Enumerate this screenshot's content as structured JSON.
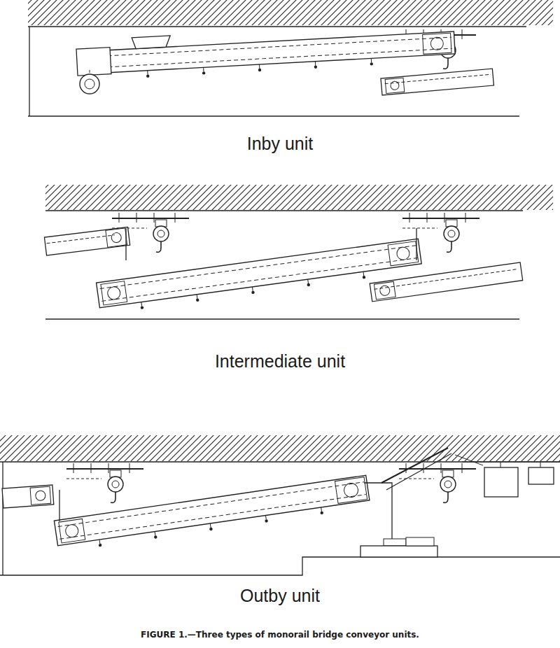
{
  "diagram": {
    "caption": "FIGURE 1.—Three types of monorail bridge conveyor units.",
    "labels": [
      "Inby unit",
      "Intermediate unit",
      "Outby unit"
    ]
  }
}
